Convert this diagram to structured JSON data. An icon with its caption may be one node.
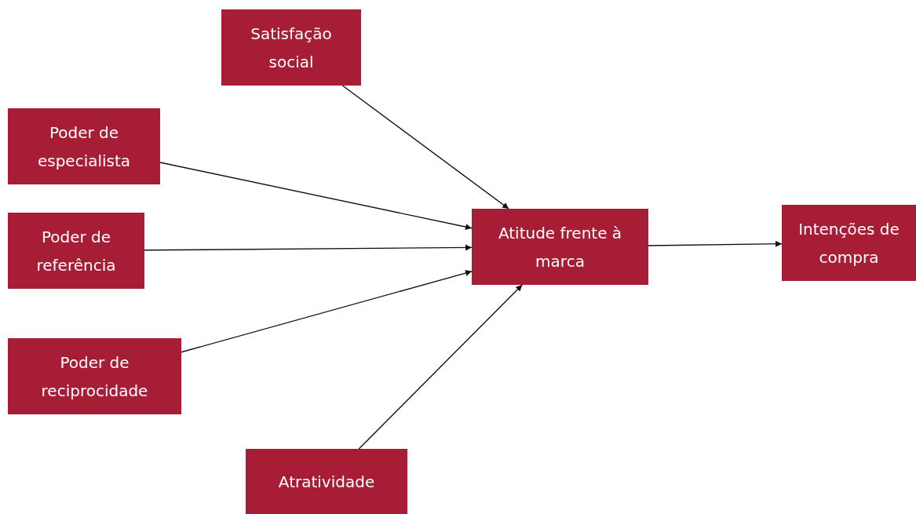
{
  "diagram": {
    "nodes": [
      {
        "text": [
          "Satisfação social"
        ]
      },
      {
        "text": [
          "Poder de especialista"
        ]
      },
      {
        "text": [
          "Poder de referência"
        ]
      },
      {
        "text": [
          "Poder de reciprocidade"
        ]
      },
      {
        "text": [
          "Atratividade"
        ]
      },
      {
        "text": [
          "Atitude frente à marca"
        ]
      },
      {
        "text": [
          "Intenções de compra"
        ]
      }
    ],
    "edges": [
      {
        "from": 0,
        "to": 5,
        "arrow": "to"
      },
      {
        "from": 1,
        "to": 5,
        "arrow": "to"
      },
      {
        "from": 2,
        "to": 5,
        "arrow": "to"
      },
      {
        "from": 3,
        "to": 5,
        "arrow": "to"
      },
      {
        "from": 4,
        "to": 5,
        "arrow": "to"
      },
      {
        "from": 5,
        "to": 6,
        "arrow": "to"
      }
    ]
  }
}
